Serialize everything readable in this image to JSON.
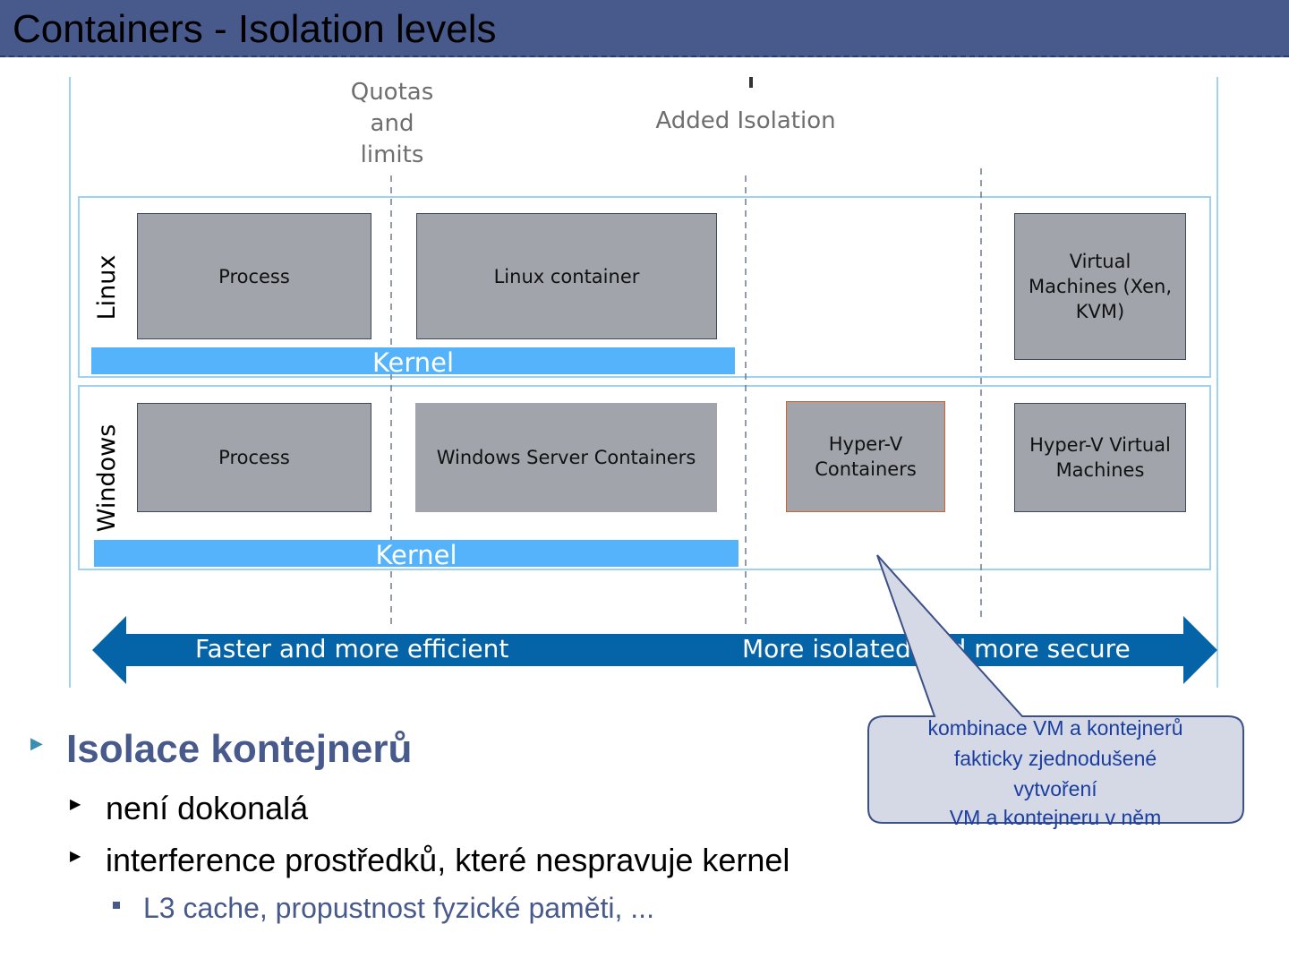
{
  "title": "Containers - Isolation levels",
  "diagram": {
    "top_labels": {
      "quotas": [
        "Quotas",
        "and",
        "limits"
      ],
      "added_isolation": "Added Isolation"
    },
    "linux": {
      "label": "Linux",
      "boxes": [
        "Process",
        "Linux container",
        "Virtual Machines (Xen, KVM)"
      ],
      "kernel": "Kernel"
    },
    "windows": {
      "label": "Windows",
      "boxes": [
        "Process",
        "Windows Server Containers",
        "Hyper-V Containers",
        "Hyper-V Virtual Machines"
      ],
      "kernel": "Kernel"
    },
    "arrow": {
      "left": "Faster and more efficient",
      "right": "More isolated and more secure"
    },
    "colors": {
      "box_gray": "#a1a5ab",
      "kernel_blue": "#55b3fb",
      "arrow_blue": "#0563a8",
      "frame_blue": "#9fd2f2",
      "title_bar": "#485a8c",
      "callout_fill": "#d5d9e6"
    }
  },
  "callout": {
    "lines": [
      "kombinace VM a kontejnerů",
      "fakticky zjednodušené",
      "vytvoření",
      "VM a kontejneru v něm"
    ]
  },
  "bullets": {
    "level1": "Isolace kontejnerů",
    "level2": [
      "není dokonalá",
      "interference prostředků, které nespravuje kernel"
    ],
    "level3": "L3 cache, propustnost fyzické paměti, ..."
  }
}
